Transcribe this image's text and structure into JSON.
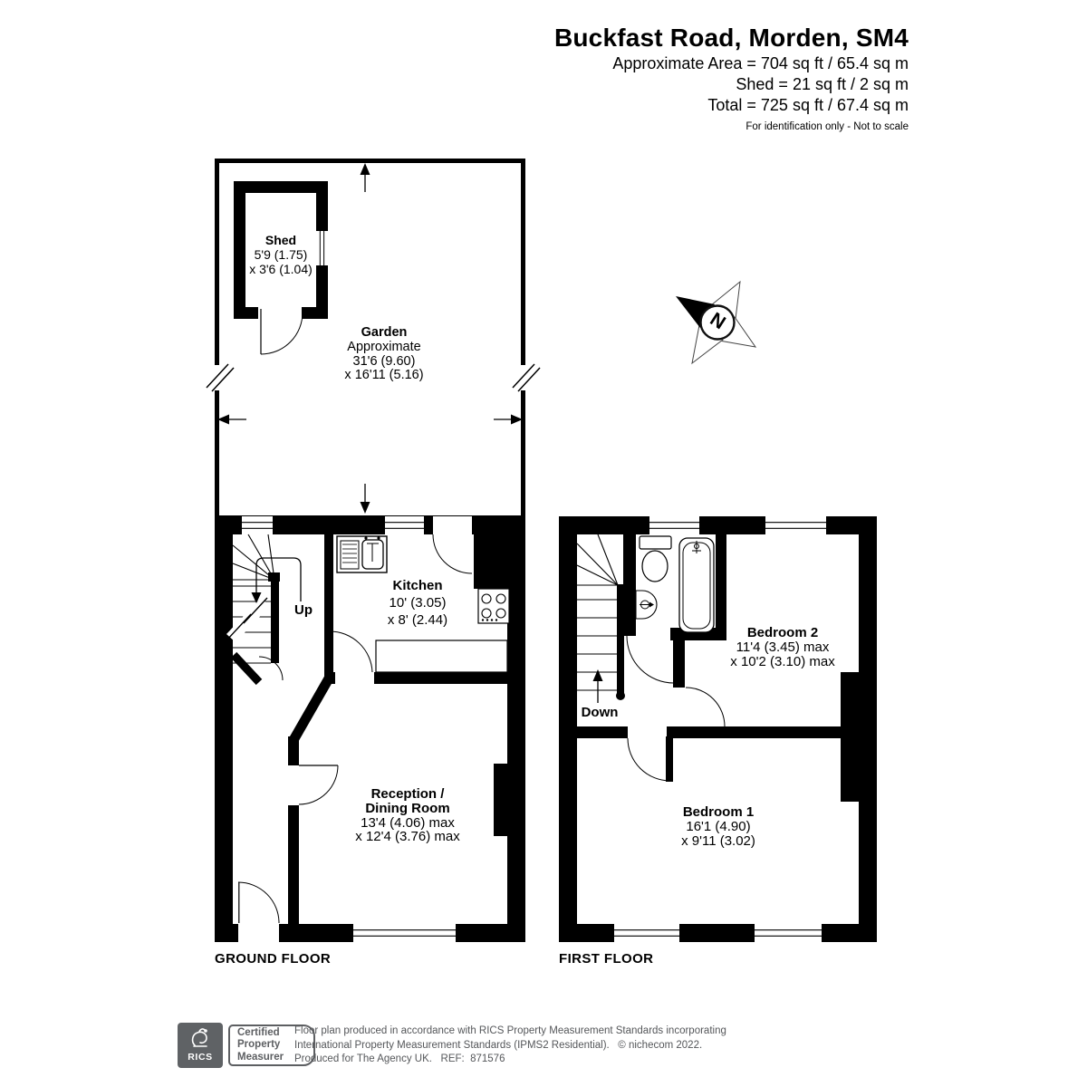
{
  "header": {
    "title": "Buckfast Road, Morden, SM4",
    "area_line1": "Approximate Area = 704 sq ft / 65.4 sq m",
    "area_line2": "Shed = 21 sq ft / 2 sq m",
    "area_line3": "Total = 725 sq ft / 67.4 sq m",
    "disclaimer": "For identification only - Not to scale"
  },
  "garden": {
    "name": "Garden",
    "line2": "Approximate",
    "line3": "31'6 (9.60)",
    "line4": "x 16'11 (5.16)"
  },
  "shed": {
    "name": "Shed",
    "dim1": "5'9 (1.75)",
    "dim2": "x 3'6 (1.04)"
  },
  "ground_floor": {
    "label": "GROUND FLOOR",
    "stairs_label": "Up",
    "kitchen": {
      "name": "Kitchen",
      "dim1": "10' (3.05)",
      "dim2": "x 8' (2.44)"
    },
    "reception": {
      "name1": "Reception /",
      "name2": "Dining Room",
      "dim1": "13'4 (4.06) max",
      "dim2": "x 12'4 (3.76) max"
    }
  },
  "first_floor": {
    "label": "FIRST FLOOR",
    "stairs_label": "Down",
    "bedroom2": {
      "name": "Bedroom 2",
      "dim1": "11'4 (3.45) max",
      "dim2": "x 10'2 (3.10) max"
    },
    "bedroom1": {
      "name": "Bedroom 1",
      "dim1": "16'1 (4.90)",
      "dim2": "x 9'11 (3.02)"
    }
  },
  "compass": {
    "north_label": "N"
  },
  "footer": {
    "rics_label": "RICS",
    "badge_line1": "Certified",
    "badge_line2": "Property",
    "badge_line3": "Measurer",
    "line1": "Floor plan produced in accordance with RICS Property Measurement Standards incorporating",
    "line2": "International Property Measurement Standards (IPMS2 Residential).   © nichecom 2022.",
    "line3": "Produced for The Agency UK.   REF:  871576"
  },
  "colors": {
    "wall": "#000000",
    "logo_gray": "#5f6265",
    "footer_text_gray": "#55575a"
  }
}
